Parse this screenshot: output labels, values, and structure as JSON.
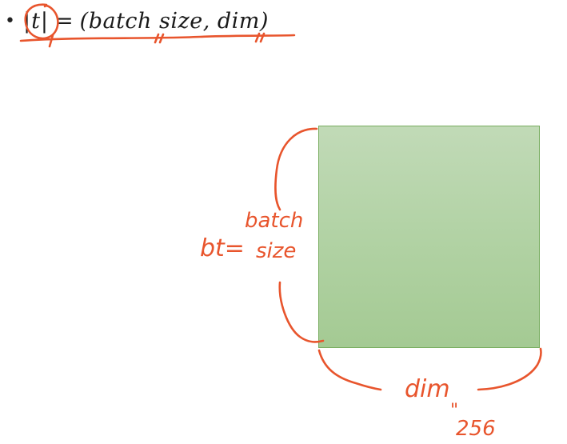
{
  "slide": {
    "bullet": "•",
    "formula": {
      "lhs": "|t|",
      "eq": "=",
      "rhs": "(batch size, dim)"
    }
  },
  "annotations": {
    "left_prefix": "bt=",
    "left_label_line1": "batch",
    "left_label_line2": "size",
    "bottom_label": "dim",
    "bottom_ditto": "\"",
    "bottom_value": "256"
  },
  "colors": {
    "ink": "#e8552d",
    "rect_fill_top": "#c1dab7",
    "rect_fill_bottom": "#a4ca93",
    "rect_border": "#78ad60"
  }
}
